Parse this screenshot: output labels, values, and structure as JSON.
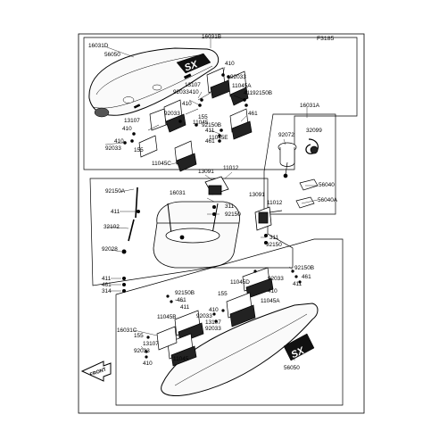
{
  "diagram": {
    "ref_code": "F3185",
    "main_part": "16031B",
    "labels": {
      "p16031D": "16031D",
      "p56050_top": "56050",
      "p410_a": "410",
      "p92033_a": "92033",
      "p13107_a": "13107",
      "p11045A_a": "11045A",
      "p92033_b": "92033",
      "p410_b": "410",
      "p411_a": "411",
      "p92150B_a": "92150B",
      "p461_a": "461",
      "p155_a": "155",
      "p92033_c": "92033",
      "p11045_a": "11045",
      "p13107_b": "13107",
      "p92150B_b": "92150B",
      "p410_c": "410",
      "p411_b": "411",
      "p461_b": "461",
      "p11045E": "11045E",
      "p410_d": "410",
      "p92033_d": "92033",
      "p155_b": "155",
      "p11045C": "11045C",
      "p16031A": "16031A",
      "p92072": "92072",
      "p32099": "32099",
      "p56040": "56040",
      "p56040A": "56040A",
      "p13091_a": "13091",
      "p11012_a": "11012",
      "p92150A": "92150A",
      "p16031": "16031",
      "p13091_b": "13091",
      "p11012_b": "11012",
      "p411_c": "411",
      "p311_a": "311",
      "p92150_a": "92150",
      "p32102": "32102",
      "p311_b": "311",
      "p92150_b": "92150",
      "p92028": "92028",
      "p92150B_c": "92150B",
      "p411_d": "411",
      "p461_c": "461",
      "p314": "314",
      "p92033_e": "92033",
      "p11045D": "11045D",
      "p411_e": "411",
      "p461_d": "461",
      "p410_e": "410",
      "p92150B_d": "92150B",
      "p461_e": "461",
      "p411_f": "411",
      "p155_c": "155",
      "p11045A_b": "11045A",
      "p410_f": "410",
      "p11045B": "11045B",
      "p92033_f": "92033",
      "p13107_c": "13107",
      "p16031C": "16031C",
      "p92033_g": "92033",
      "p155_d": "155",
      "p13107_d": "13107",
      "p92033_h": "92033",
      "p410_g": "410",
      "p11045_b": "11045",
      "p56050_bottom": "56050"
    },
    "decal_text": "SX",
    "front_arrow": "FRONT"
  }
}
